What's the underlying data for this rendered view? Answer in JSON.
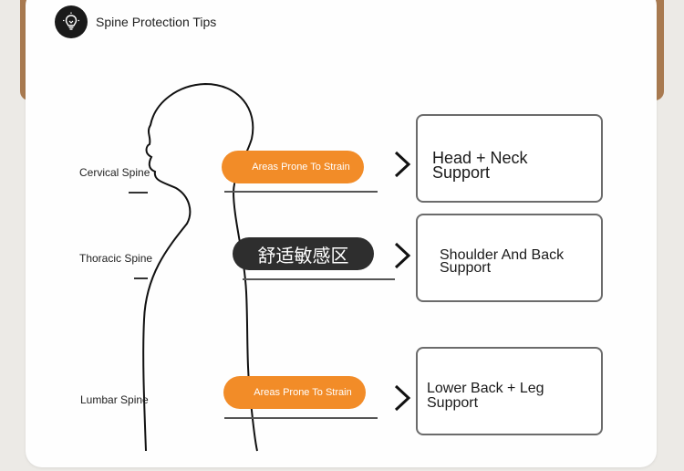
{
  "header": {
    "title": "Spine Protection Tips",
    "icon": "lightbulb-icon"
  },
  "labels": {
    "cervical": "Cervical Spine",
    "thoracic": "Thoracic Spine",
    "lumbar": "Lumbar Spine"
  },
  "pills": {
    "top": "Areas Prone To Strain",
    "middle": "舒适敏感区",
    "bottom": "Areas Prone To Strain"
  },
  "boxes": {
    "head_neck": [
      "Head + Neck",
      "Support"
    ],
    "shoulder_back": [
      "Shoulder And Back",
      "Support"
    ],
    "lower_back_leg": [
      "Lower Back + Leg",
      "Support"
    ]
  },
  "colors": {
    "accent": "#f28c28",
    "dark_pill": "#2e2e2e",
    "card": "#fefefe"
  }
}
